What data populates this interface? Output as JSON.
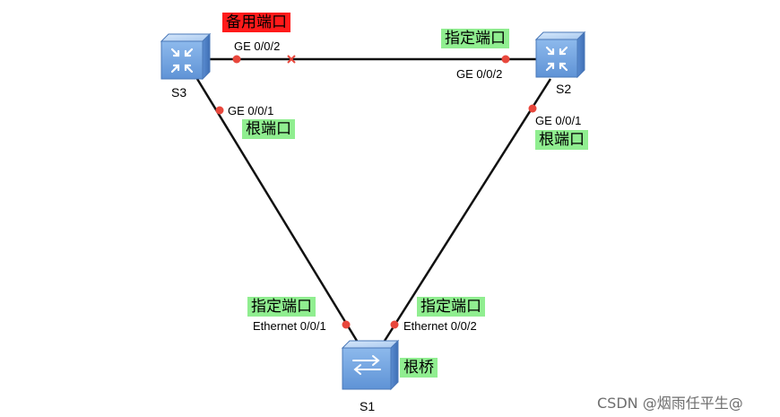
{
  "devices": {
    "s3": {
      "name": "S3",
      "icon": "layer3-switch-icon"
    },
    "s2": {
      "name": "S2",
      "icon": "layer3-switch-icon"
    },
    "s1": {
      "name": "S1",
      "icon": "switch-icon"
    }
  },
  "ports": {
    "s3_ge002": "GE 0/0/2",
    "s3_ge001": "GE 0/0/1",
    "s2_ge002": "GE 0/0/2",
    "s2_ge001": "GE 0/0/1",
    "s1_eth001": "Ethernet 0/0/1",
    "s1_eth002": "Ethernet 0/0/2"
  },
  "roles": {
    "s3_ge002": "备用端口",
    "s2_ge002": "指定端口",
    "s3_ge001": "根端口",
    "s2_ge001": "根端口",
    "s1_eth001": "指定端口",
    "s1_eth002": "指定端口",
    "s1_bridge": "根桥"
  },
  "colors": {
    "link": "#111111",
    "port_dot": "#e8473c",
    "blocked_mark": "#e8473c",
    "role_bg": "#90ee90",
    "alternate_bg": "#ff1a1a",
    "switch_blue": "#6fa3e0"
  },
  "watermark": "CSDN @烟雨任平生@"
}
